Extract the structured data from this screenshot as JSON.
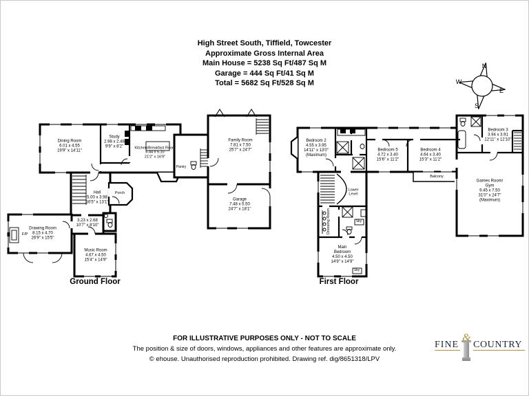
{
  "header": {
    "address": "High Street South, Tiffield, Towcester",
    "line2": "Approximate Gross Internal Area",
    "line3": "Main House = 5238 Sq Ft/487 Sq M",
    "line4": "Garage = 444 Sq Ft/41 Sq M",
    "line5": "Total = 5682 Sq Ft/528 Sq M"
  },
  "compass": {
    "north": "N",
    "east": "E",
    "south": "S",
    "west": "W"
  },
  "ground_floor": {
    "caption": "Ground Floor",
    "rooms": {
      "dining": {
        "name": "Dining Room",
        "metric": "6.01 x 4.55",
        "imperial": "19'9\" x 14'11\""
      },
      "study": {
        "name": "Study",
        "metric": "2.98 x 2.48",
        "imperial": "9'9\" x 8'2\""
      },
      "kitchen": {
        "name": "Kitchen/Breakfast Room",
        "metric": "6.44 x 5.10",
        "imperial": "21'2\" x 16'9\""
      },
      "family": {
        "name": "Family Room",
        "metric": "7.81 x 7.50",
        "imperial": "25'7\" x 24'7\""
      },
      "garage": {
        "name": "Garage",
        "metric": "7.48 x 5.50",
        "imperial": "24'7\" x 18'1\""
      },
      "hall": {
        "name": "Hall",
        "metric": "5.00 x 3.98",
        "imperial": "16'5\" x 13'1\""
      },
      "inner_hall": {
        "metric": "3.23 x 2.68",
        "imperial": "10'7\" x 8'10\""
      },
      "drawing": {
        "name": "Drawing Room",
        "metric": "8.15 x 4.70",
        "imperial": "26'9\" x 15'5\""
      },
      "music": {
        "name": "Music Room",
        "metric": "4.67 x 4.50",
        "imperial": "15'4\" x 14'9\""
      },
      "porch": "Porch",
      "pantry": "Pantry",
      "fireplace": "F/P"
    }
  },
  "first_floor": {
    "caption": "First Floor",
    "rooms": {
      "bedroom2": {
        "name": "Bedroom 2",
        "metric": "4.55 x 3.95",
        "imperial": "14'11\" x 13'0\"",
        "note": "(Maximum)"
      },
      "bedroom5": {
        "name": "Bedroom 5",
        "metric": "4.72 x 3.40",
        "imperial": "15'6\" x 11'2\""
      },
      "bedroom4": {
        "name": "Bedroom 4",
        "metric": "4.64 x 3.40",
        "imperial": "15'3\" x 11'2\""
      },
      "bedroom3": {
        "name": "Bedroom 3",
        "metric": "3.94 x 3.91",
        "imperial": "12'11\" x 12'10\""
      },
      "games": {
        "name_line1": "Games Room/",
        "name_line2": "Gym",
        "metric": "9.45 x 7.50",
        "imperial": "31'0\" x 24'7\"",
        "note": "(Maximum)"
      },
      "main_bedroom": {
        "name_line1": "Main",
        "name_line2": "Bedroom",
        "metric": "4.50 x 4.50",
        "imperial": "14'9\" x 14'9\""
      },
      "lower_level": {
        "line1": "Lower",
        "line2": "Level"
      },
      "balcony": "Balcony",
      "dressing": "Dressing Room",
      "skylight": "Sky"
    }
  },
  "footer": {
    "line1": "FOR ILLUSTRATIVE PURPOSES ONLY - NOT TO SCALE",
    "line2": "The position & size of doors, windows, appliances and other features are approximate only.",
    "line3": "© ehouse. Unauthorised reproduction prohibited. Drawing ref. dig/8651318/LPV"
  },
  "logo": {
    "word1": "FINE",
    "ampersand": "&",
    "word2": "COUNTRY"
  }
}
